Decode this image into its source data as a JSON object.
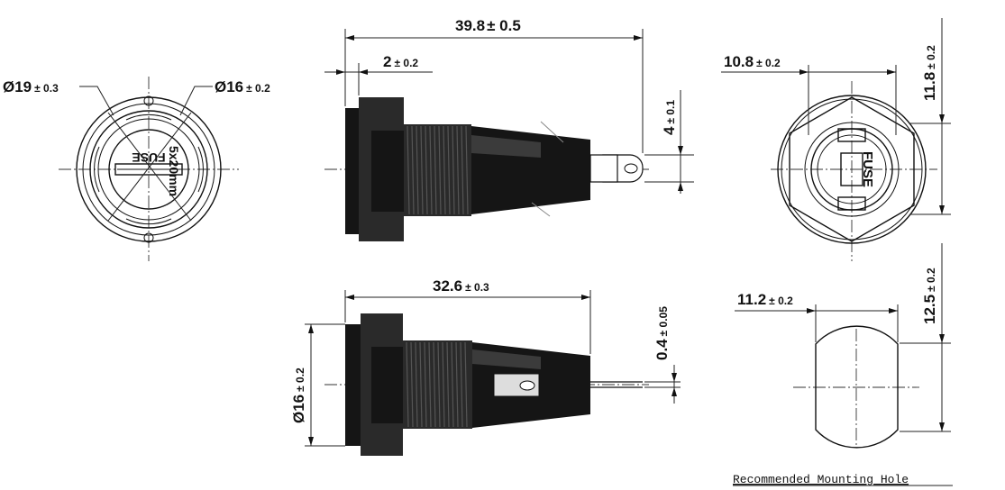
{
  "diagram": {
    "views": {
      "front": {
        "outer_diameter": "Ø19",
        "outer_tol": "± 0.3",
        "inner_diameter": "Ø16",
        "inner_tol": "± 0.2",
        "cap_text_1": "FUSE",
        "cap_text_2": "5x20mm"
      },
      "side_top": {
        "overall_length": "39.8",
        "overall_length_tol": "± 0.5",
        "flange": "2",
        "flange_tol": "± 0.2",
        "terminal_width": "4",
        "terminal_width_tol": "± 0.1"
      },
      "side_bottom": {
        "length": "32.6",
        "length_tol": "± 0.3",
        "thread_diameter": "Ø16",
        "thread_diameter_tol": "± 0.2",
        "terminal_thickness": "0.4",
        "terminal_thickness_tol": "± 0.05"
      },
      "rear": {
        "width": "10.8",
        "width_tol": "± 0.2",
        "height": "11.8",
        "height_tol": "± 0.2",
        "label": "FUSE"
      },
      "mounting_hole": {
        "width": "11.2",
        "width_tol": "± 0.2",
        "height": "12.5",
        "height_tol": "± 0.2",
        "caption": "Recommended Mounting Hole"
      }
    }
  }
}
